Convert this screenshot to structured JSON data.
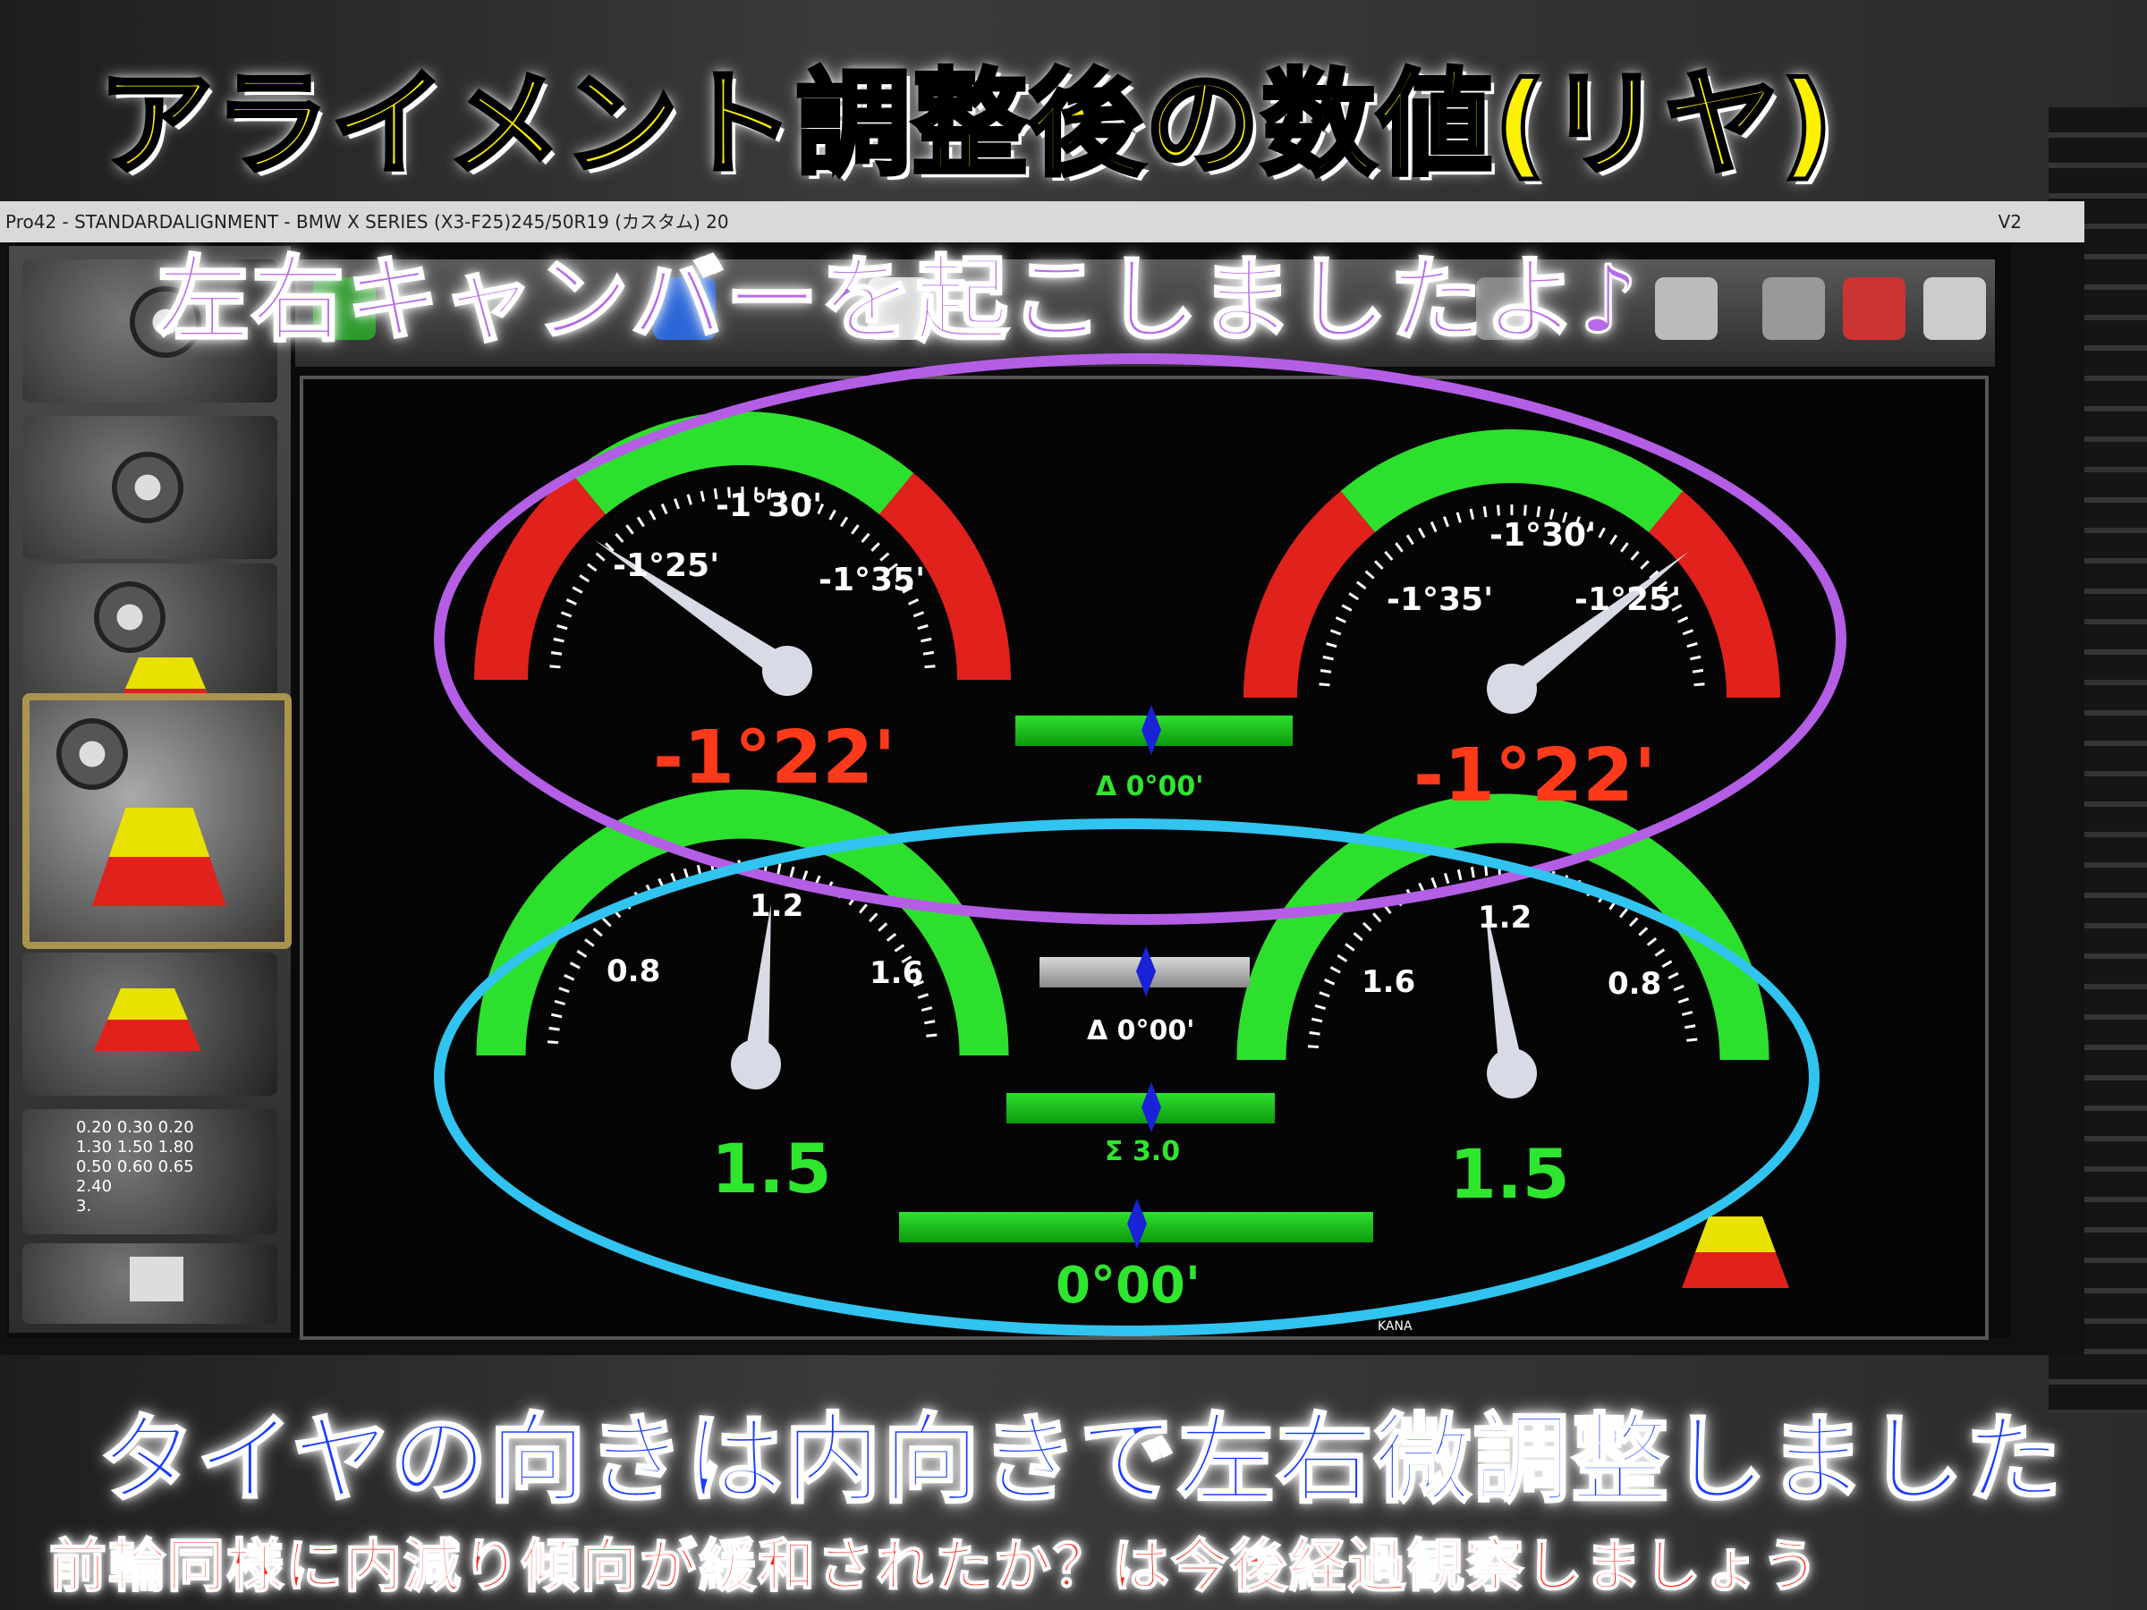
{
  "captions": {
    "title": "アライメント調整後の数値(リヤ)",
    "subtitle": "左右キャンバーを起こしましたよ♪",
    "toe_note": "タイヤの向きは内向きで左右微調整しました",
    "footnote": "前輪同様に内減り傾向が緩和されたか？は今後経過観察しましょう"
  },
  "window": {
    "title": "Pro42 - STANDARDALIGNMENT - BMW X SERIES (X3-F25)245/50R19 (カスタム) 20",
    "version": "V2",
    "taskbar_lang": "KANA"
  },
  "camber": {
    "left": {
      "reading": "-1°22'",
      "tick_left": "-1°25'",
      "tick_top": "-1°30'",
      "tick_right": "-1°35'",
      "value_deg": -1.3667
    },
    "right": {
      "reading": "-1°22'",
      "tick_left": "-1°35'",
      "tick_top": "-1°30'",
      "tick_right": "-1°25'",
      "value_deg": -1.3667
    },
    "delta": "Δ 0°00'"
  },
  "toe": {
    "left": {
      "reading": "1.5",
      "tick_left": "0.8",
      "tick_top": "1.2",
      "tick_right": "1.6",
      "value": 1.5
    },
    "right": {
      "reading": "1.5",
      "tick_left": "1.6",
      "tick_top": "1.2",
      "tick_right": "0.8",
      "value": 1.5
    },
    "delta": "Δ 0°00'",
    "sum": "Σ 3.0",
    "thrust": "0°00'"
  },
  "sidebar_table": {
    "rows": [
      [
        "0.20",
        "0.30",
        "0.20"
      ],
      [
        "1.30",
        "1.50",
        "1.80"
      ],
      [
        "0.50",
        "0.60",
        "0.65"
      ],
      [
        "2.40",
        "",
        ""
      ],
      [
        "3.",
        "",
        ""
      ]
    ]
  },
  "colors": {
    "red_zone": "#e0211c",
    "green_zone": "#2ee02e",
    "camber_reading": "#ff3a1a",
    "toe_reading": "#2fe62f",
    "purple_ring": "#b45ee6",
    "cyan_ring": "#31c4f0"
  }
}
